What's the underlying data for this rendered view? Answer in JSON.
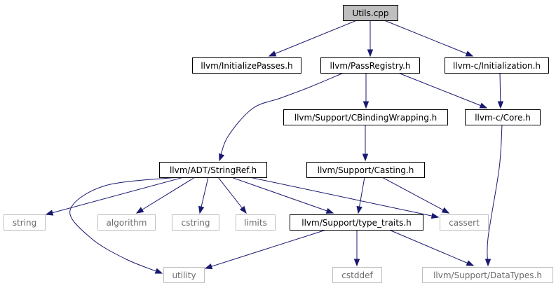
{
  "graph": {
    "colors": {
      "edge": "#191970",
      "root_fill": "#bfbfbf",
      "local_border": "#000000",
      "system_border": "#bfbfbf",
      "system_text": "#6b6b6b"
    },
    "nodes": [
      {
        "id": "utils_cpp",
        "label": "Utils.cpp",
        "kind": "root"
      },
      {
        "id": "initialize_passes",
        "label": "llvm/InitializePasses.h",
        "kind": "local"
      },
      {
        "id": "pass_registry",
        "label": "llvm/PassRegistry.h",
        "kind": "local"
      },
      {
        "id": "c_initialization",
        "label": "llvm-c/Initialization.h",
        "kind": "local"
      },
      {
        "id": "c_binding_wrapping",
        "label": "llvm/Support/CBindingWrapping.h",
        "kind": "local"
      },
      {
        "id": "c_core",
        "label": "llvm-c/Core.h",
        "kind": "local"
      },
      {
        "id": "string_ref",
        "label": "llvm/ADT/StringRef.h",
        "kind": "local"
      },
      {
        "id": "casting",
        "label": "llvm/Support/Casting.h",
        "kind": "local"
      },
      {
        "id": "string",
        "label": "string",
        "kind": "system"
      },
      {
        "id": "algorithm",
        "label": "algorithm",
        "kind": "system"
      },
      {
        "id": "cstring",
        "label": "cstring",
        "kind": "system"
      },
      {
        "id": "limits",
        "label": "limits",
        "kind": "system"
      },
      {
        "id": "type_traits",
        "label": "llvm/Support/type_traits.h",
        "kind": "local"
      },
      {
        "id": "cassert",
        "label": "cassert",
        "kind": "system"
      },
      {
        "id": "utility",
        "label": "utility",
        "kind": "system"
      },
      {
        "id": "cstddef",
        "label": "cstddef",
        "kind": "system"
      },
      {
        "id": "data_types",
        "label": "llvm/Support/DataTypes.h",
        "kind": "system"
      }
    ],
    "edges": [
      {
        "from": "utils_cpp",
        "to": "initialize_passes"
      },
      {
        "from": "utils_cpp",
        "to": "pass_registry"
      },
      {
        "from": "utils_cpp",
        "to": "c_initialization"
      },
      {
        "from": "pass_registry",
        "to": "string_ref"
      },
      {
        "from": "pass_registry",
        "to": "c_binding_wrapping"
      },
      {
        "from": "pass_registry",
        "to": "c_core"
      },
      {
        "from": "c_initialization",
        "to": "c_core"
      },
      {
        "from": "c_binding_wrapping",
        "to": "casting"
      },
      {
        "from": "c_core",
        "to": "data_types"
      },
      {
        "from": "string_ref",
        "to": "string"
      },
      {
        "from": "string_ref",
        "to": "algorithm"
      },
      {
        "from": "string_ref",
        "to": "cstring"
      },
      {
        "from": "string_ref",
        "to": "limits"
      },
      {
        "from": "string_ref",
        "to": "type_traits"
      },
      {
        "from": "string_ref",
        "to": "cassert"
      },
      {
        "from": "string_ref",
        "to": "utility"
      },
      {
        "from": "casting",
        "to": "type_traits"
      },
      {
        "from": "casting",
        "to": "cassert"
      },
      {
        "from": "type_traits",
        "to": "utility"
      },
      {
        "from": "type_traits",
        "to": "cstddef"
      },
      {
        "from": "type_traits",
        "to": "data_types"
      }
    ]
  }
}
